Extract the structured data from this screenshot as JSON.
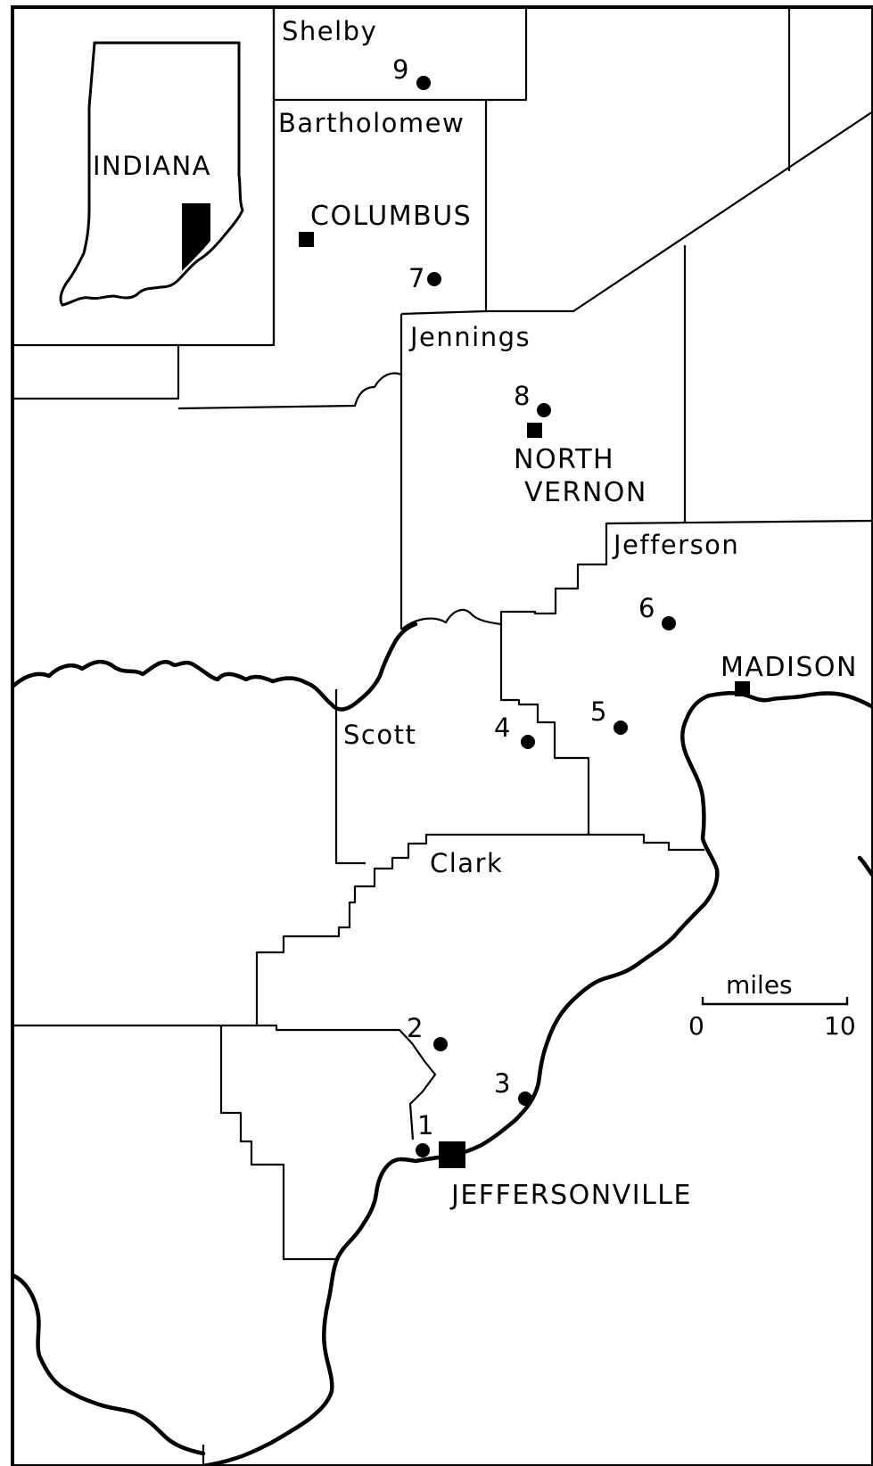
{
  "inset": {
    "label": "INDIANA"
  },
  "counties": {
    "shelby": "Shelby",
    "bartholomew": "Bartholomew",
    "jennings": "Jennings",
    "jefferson": "Jefferson",
    "scott": "Scott",
    "clark": "Clark"
  },
  "cities": {
    "columbus": "COLUMBUS",
    "north_vernon_1": "NORTH",
    "north_vernon_2": "VERNON",
    "madison": "MADISON",
    "jeffersonville": "JEFFERSONVILLE"
  },
  "sites": [
    "1",
    "2",
    "3",
    "4",
    "5",
    "6",
    "7",
    "8",
    "9"
  ],
  "scale": {
    "unit": "miles",
    "min": "0",
    "max": "10"
  },
  "colors": {
    "ink": "#000000",
    "paper": "#ffffff"
  }
}
